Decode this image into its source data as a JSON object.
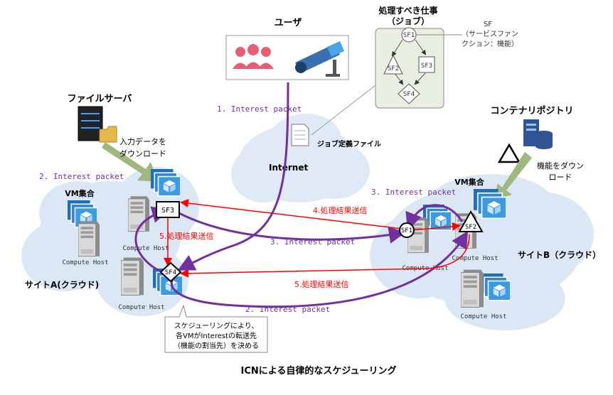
{
  "caption": "ICNによる自律的なスケジューリング",
  "user": {
    "title": "ユーザ"
  },
  "internet": {
    "label": "Internet",
    "job_file_label": "ジョブ定義ファイル"
  },
  "job": {
    "title_line1": "処理すべき仕事",
    "title_line2": "（ジョブ）",
    "nodes": [
      "SF1",
      "SF2",
      "SF3",
      "SF4"
    ],
    "sf_note_line1": "SF",
    "sf_note_line2": "（サービスファン",
    "sf_note_line3": "クション：機能）"
  },
  "file_server": {
    "title": "ファイルサーバ",
    "download_line1": "入力データを",
    "download_line2": "ダウンロード"
  },
  "container_repo": {
    "title": "コンテナリポジトリ",
    "download_line1": "機能をダウン",
    "download_line2": "ロード"
  },
  "site_a": {
    "label": "サイトA(クラウド)",
    "vm_label": "VM集合",
    "host_label": "Compute Host",
    "sf_nodes": [
      "SF3",
      "SF4"
    ]
  },
  "site_b": {
    "label": "サイトB（クラウド）",
    "vm_label": "VM集合",
    "host_label": "Compute Host",
    "sf_nodes": [
      "SF1",
      "SF2"
    ]
  },
  "arrows": {
    "a1": "1. Interest packet",
    "a2_left": "2. Interest packet",
    "a2_bottom": "2. Interest packet",
    "a3_mid": "3. Interest packet",
    "a3_right": "3. Interest packet",
    "a4": "4.処理結果送信",
    "a5_left": "5.処理結果送信",
    "a5_mid": "5.処理結果送信"
  },
  "note": {
    "line1": "スケジューリングにより、",
    "line2": "各VMがInterestの転送先",
    "line3": "（機能の割当先）を決める"
  },
  "colors": {
    "interest": "#7030a0",
    "result": "#ff0000",
    "cloud": "#dbe7f5",
    "vm": "#2e86d4",
    "download_arrow": "#9fb87f"
  }
}
